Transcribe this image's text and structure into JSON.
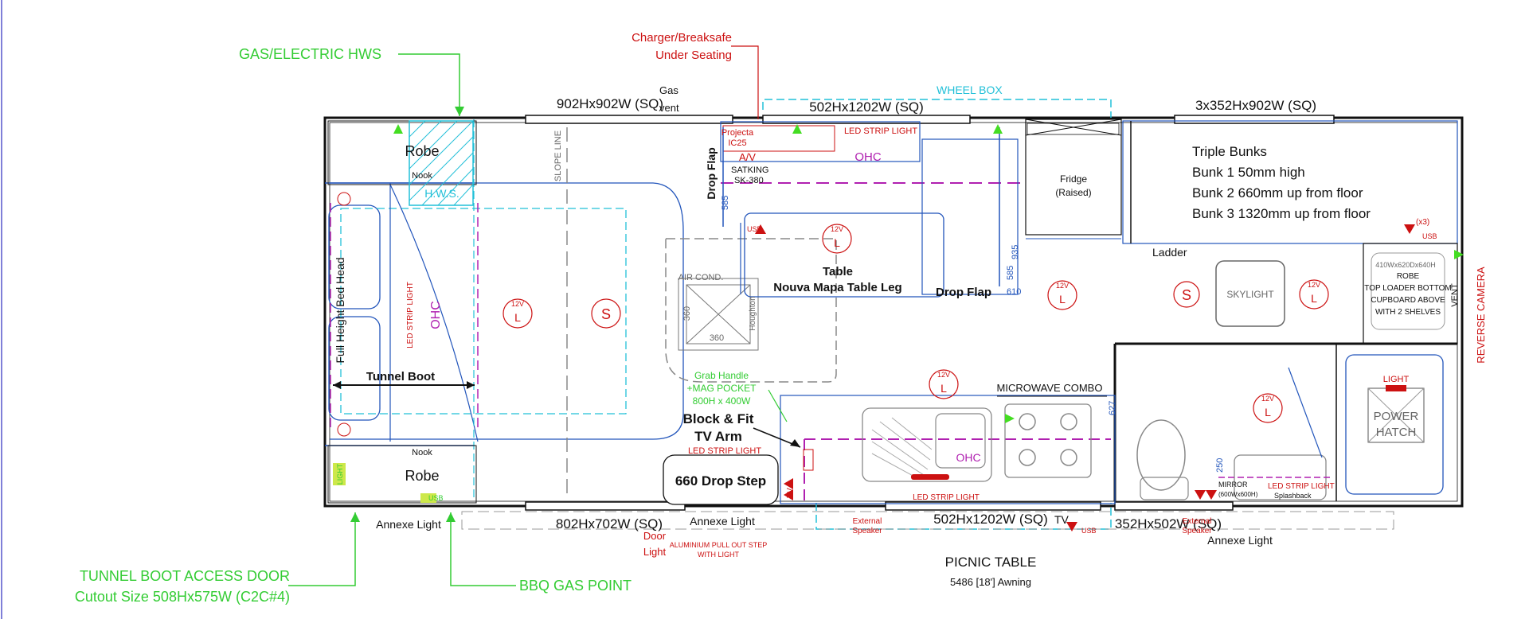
{
  "callouts": {
    "gas_hws": "GAS/ELECTRIC HWS",
    "charger_line1": "Charger/Breaksafe",
    "charger_line2": "Under Seating",
    "tunnel_door_line1": "TUNNEL BOOT ACCESS DOOR",
    "tunnel_door_line2": "Cutout Size 508Hx575W (C2C#4)",
    "bbq_gas": "BBQ GAS POINT"
  },
  "windows": {
    "top1": "902Hx902W (SQ)",
    "top2": "502Hx1202W (SQ)",
    "top3": "3x352Hx902W (SQ)",
    "bot1": "802Hx702W (SQ)",
    "bot2": "502Hx1202W (SQ)",
    "bot3": "352Hx502W (SQ)"
  },
  "labels": {
    "gas_vent_1": "Gas",
    "gas_vent_2": "vent",
    "wheel_box": "WHEEL BOX",
    "projecta_1": "Projecta",
    "projecta_2": "IC25",
    "av": "A/V",
    "satking_1": "SATKING",
    "satking_2": "SK-380",
    "led_top": "LED STRIP LIGHT",
    "ohc_top": "OHC",
    "drop_flap_left": "Drop Flap",
    "fridge_1": "Fridge",
    "fridge_2": "(Raised)",
    "robe_top": "Robe",
    "nook_top": "Nook",
    "hws": "H.W.S.",
    "slope_line": "SLOPE LINE",
    "bed_head": "Full Height Bed Head",
    "tunnel_boot": "Tunnel Boot",
    "led_strip_left": "LED STRIP LIGHT",
    "ohc_left": "OHC",
    "nook_bottom": "Nook",
    "robe_bottom": "Robe",
    "light_left": "LIGHT",
    "usb": "USB",
    "twelve_v": "12V",
    "l": "L",
    "s": "S",
    "air_cond": "AIR COND.",
    "ac_360_a": "360",
    "ac_360_b": "360",
    "houghton": "Houghton",
    "table_1": "Table",
    "table_2": "Nouva Mapa Table Leg",
    "drop_flap_mid": "Drop Flap",
    "dim_585_a": "585",
    "dim_585_b": "585",
    "dim_935": "935",
    "dim_610": "610",
    "dim_627": "627",
    "dim_250": "250",
    "bunks_title": "Triple Bunks",
    "bunk1": "Bunk 1   50mm high",
    "bunk2": "Bunk 2   660mm up from floor",
    "bunk3": "Bunk 3   1320mm up from floor",
    "ladder": "Ladder",
    "skylight": "SKYLIGHT",
    "x3": "(x3)",
    "robe_right_dim": "410Wx620Dx640H",
    "robe_right_1": "ROBE",
    "robe_right_2": "TOP LOADER BOTTOM",
    "robe_right_3": "CUPBOARD ABOVE",
    "robe_right_4": "WITH 2 SHELVES",
    "vent": "VENT",
    "reverse_camera": "REVERSE CAMERA",
    "light_hatch": "LIGHT",
    "power_hatch_1": "POWER",
    "power_hatch_2": "HATCH",
    "grab_1": "Grab Handle",
    "grab_2": "+MAG POCKET",
    "grab_3": "800H x 400W",
    "block_fit_1": "Block & Fit",
    "block_fit_2": "TV Arm",
    "led_step": "LED STRIP LIGHT",
    "drop_step": "660 Drop Step",
    "tv_left": "TV",
    "microwave": "MICROWAVE COMBO",
    "ohc_kitchen": "OHC",
    "led_kitchen": "LED STRIP LIGHT",
    "mirror_1": "MIRROR",
    "mirror_2": "(600Wx600H)",
    "led_bath": "LED STRIP LIGHT",
    "splashback": "Splashback",
    "annexe_left": "Annexe Light",
    "annexe_mid": "Annexe Light",
    "annexe_right": "Annexe Light",
    "door_light_1": "Door",
    "door_light_2": "Light",
    "alum_step_1": "ALUMINIUM PULL OUT STEP",
    "alum_step_2": "WITH LIGHT",
    "ext_speaker_1a": "External",
    "ext_speaker_1b": "Speaker",
    "ext_speaker_2a": "External",
    "ext_speaker_2b": "Speaker",
    "tv_right": "TV",
    "picnic_table": "PICNIC TABLE",
    "awning": "5486 [18'] Awning"
  },
  "colors": {
    "outline": "#111111",
    "callout_green": "#33cc33",
    "electrical_red": "#cc1111",
    "furniture_blue": "#2255bb",
    "cyan": "#22c0d8",
    "magenta": "#b020b0"
  }
}
